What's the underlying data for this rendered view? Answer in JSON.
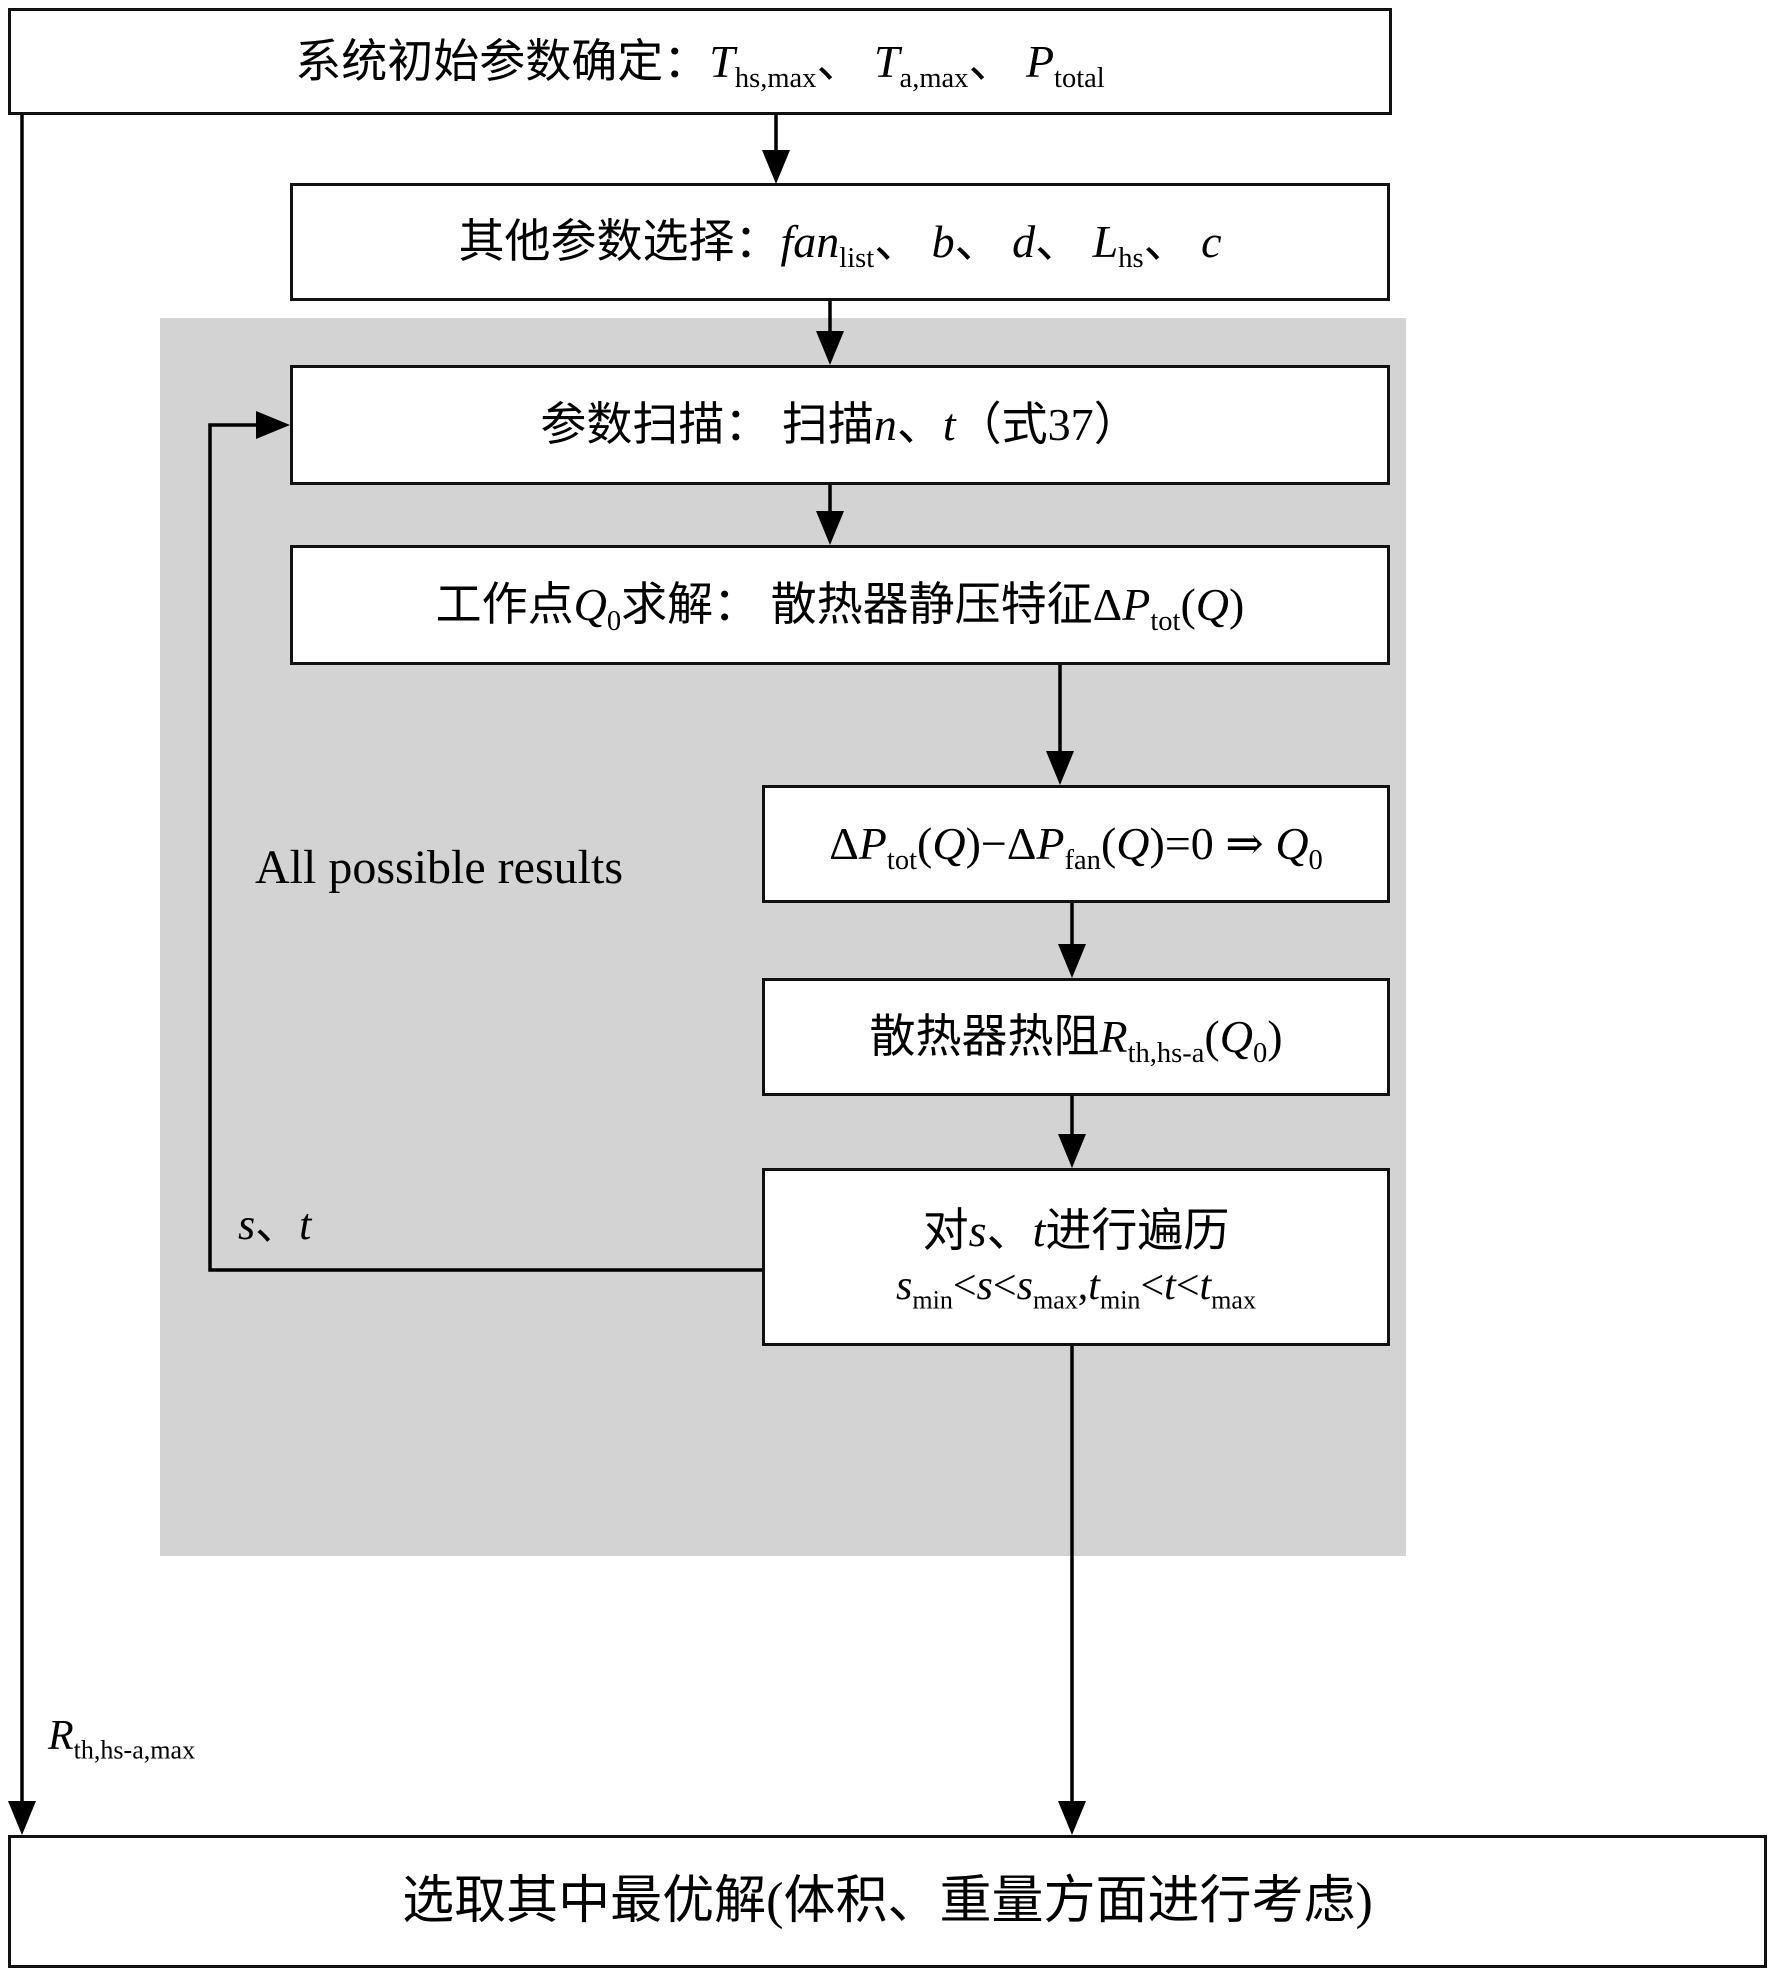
{
  "colors": {
    "line": "#000000",
    "box_border": "#111111",
    "box_bg": "#ffffff",
    "region_bg": "#d3d3d3",
    "canvas_bg": "#ffffff"
  },
  "boxes": {
    "initial_params": {
      "segments": [
        {
          "t": "系统初始参数确定："
        },
        {
          "t": "T",
          "i": true
        },
        {
          "t": "hs,max",
          "sub": true
        },
        {
          "t": "、 "
        },
        {
          "t": "T",
          "i": true
        },
        {
          "t": "a,max",
          "sub": true
        },
        {
          "t": "、 "
        },
        {
          "t": "P",
          "i": true
        },
        {
          "t": "total",
          "sub": true
        }
      ]
    },
    "other_params": {
      "segments": [
        {
          "t": "其他参数选择："
        },
        {
          "t": "fan",
          "i": true
        },
        {
          "t": "list",
          "sub": true
        },
        {
          "t": "、 "
        },
        {
          "t": "b",
          "i": true
        },
        {
          "t": "、 "
        },
        {
          "t": "d",
          "i": true
        },
        {
          "t": "、 "
        },
        {
          "t": "L",
          "i": true
        },
        {
          "t": "hs",
          "sub": true
        },
        {
          "t": "、 "
        },
        {
          "t": "c",
          "i": true
        }
      ]
    },
    "param_sweep": {
      "segments": [
        {
          "t": "参数扫描： 扫描"
        },
        {
          "t": "n",
          "i": true
        },
        {
          "t": "、"
        },
        {
          "t": "t",
          "i": true
        },
        {
          "t": "（式37）"
        }
      ]
    },
    "operating_point": {
      "segments": [
        {
          "t": "工作点"
        },
        {
          "t": "Q",
          "i": true
        },
        {
          "t": "0",
          "sub": true
        },
        {
          "t": "求解： 散热器静压特征Δ"
        },
        {
          "t": "P",
          "i": true
        },
        {
          "t": "tot",
          "sub": true
        },
        {
          "t": "("
        },
        {
          "t": "Q",
          "i": true
        },
        {
          "t": ")"
        }
      ]
    },
    "pressure_balance": {
      "segments": [
        {
          "t": "Δ"
        },
        {
          "t": "P",
          "i": true
        },
        {
          "t": "tot",
          "sub": true
        },
        {
          "t": "("
        },
        {
          "t": "Q",
          "i": true
        },
        {
          "t": ")−Δ"
        },
        {
          "t": "P",
          "i": true
        },
        {
          "t": "fan",
          "sub": true
        },
        {
          "t": "("
        },
        {
          "t": "Q",
          "i": true
        },
        {
          "t": ")=0 ⇒ "
        },
        {
          "t": "Q",
          "i": true
        },
        {
          "t": "0",
          "sub": true
        }
      ]
    },
    "thermal_resistance": {
      "segments": [
        {
          "t": "散热器热阻"
        },
        {
          "t": "R",
          "i": true
        },
        {
          "t": "th,hs-a",
          "sub": true
        },
        {
          "t": "("
        },
        {
          "t": "Q",
          "i": true
        },
        {
          "t": "0",
          "sub": true
        },
        {
          "t": ")"
        }
      ]
    },
    "traverse": {
      "line1": [
        {
          "t": "对"
        },
        {
          "t": "s",
          "i": true
        },
        {
          "t": "、"
        },
        {
          "t": "t",
          "i": true
        },
        {
          "t": "进行遍历"
        }
      ],
      "line2": [
        {
          "t": "s",
          "i": true
        },
        {
          "t": "min",
          "sub": true
        },
        {
          "t": "<"
        },
        {
          "t": "s",
          "i": true
        },
        {
          "t": "<"
        },
        {
          "t": "s",
          "i": true
        },
        {
          "t": "max",
          "sub": true
        },
        {
          "t": ","
        },
        {
          "t": "t",
          "i": true
        },
        {
          "t": "min",
          "sub": true
        },
        {
          "t": "<"
        },
        {
          "t": "t",
          "i": true
        },
        {
          "t": "<"
        },
        {
          "t": "t",
          "i": true
        },
        {
          "t": "max",
          "sub": true
        }
      ]
    },
    "final_selection": {
      "segments": [
        {
          "t": "选取其中最优解(体积、重量方面进行考虑)"
        }
      ]
    }
  },
  "labels": {
    "all_possible_results": {
      "segments": [
        {
          "t": "All possible results"
        }
      ]
    },
    "loop_vars": {
      "segments": [
        {
          "t": "s",
          "i": true
        },
        {
          "t": "、"
        },
        {
          "t": "t",
          "i": true
        }
      ]
    },
    "rth_max": {
      "segments": [
        {
          "t": "R",
          "i": true
        },
        {
          "t": "th,hs-a,max",
          "sub": true
        }
      ]
    }
  }
}
